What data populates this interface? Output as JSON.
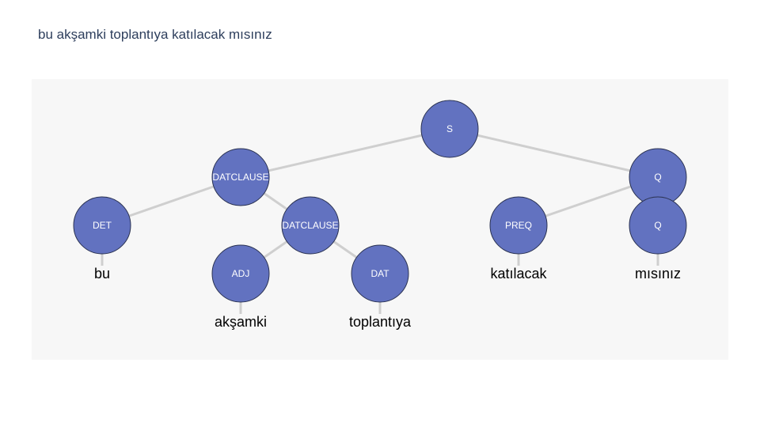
{
  "sentence": "bu akşamki toplantıya katılacak mısınız",
  "colors": {
    "node_fill": "#6272c0",
    "node_stroke": "#2b3352",
    "edge": "#cfcfcf",
    "panel": "#f7f7f7",
    "title": "#2d3e5c"
  },
  "tree": {
    "nodes": [
      {
        "id": "s",
        "label": "S"
      },
      {
        "id": "dc1",
        "label": "DATCLAUSE"
      },
      {
        "id": "q1",
        "label": "Q"
      },
      {
        "id": "det",
        "label": "DET"
      },
      {
        "id": "dc2",
        "label": "DATCLAUSE"
      },
      {
        "id": "preq",
        "label": "PREQ"
      },
      {
        "id": "q2",
        "label": "Q"
      },
      {
        "id": "adj",
        "label": "ADJ"
      },
      {
        "id": "dat",
        "label": "DAT"
      }
    ],
    "edges": [
      [
        "s",
        "dc1"
      ],
      [
        "s",
        "q1"
      ],
      [
        "dc1",
        "det"
      ],
      [
        "dc1",
        "dc2"
      ],
      [
        "dc2",
        "adj"
      ],
      [
        "dc2",
        "dat"
      ],
      [
        "q1",
        "preq"
      ],
      [
        "q1",
        "q2"
      ]
    ],
    "words": [
      {
        "id": "w-bu",
        "text": "bu",
        "parent": "det"
      },
      {
        "id": "w-aksamki",
        "text": "akşamki",
        "parent": "adj"
      },
      {
        "id": "w-toplantiya",
        "text": "toplantıya",
        "parent": "dat"
      },
      {
        "id": "w-katilacak",
        "text": "katılacak",
        "parent": "preq"
      },
      {
        "id": "w-misiniz",
        "text": "mısınız",
        "parent": "q2"
      }
    ]
  }
}
